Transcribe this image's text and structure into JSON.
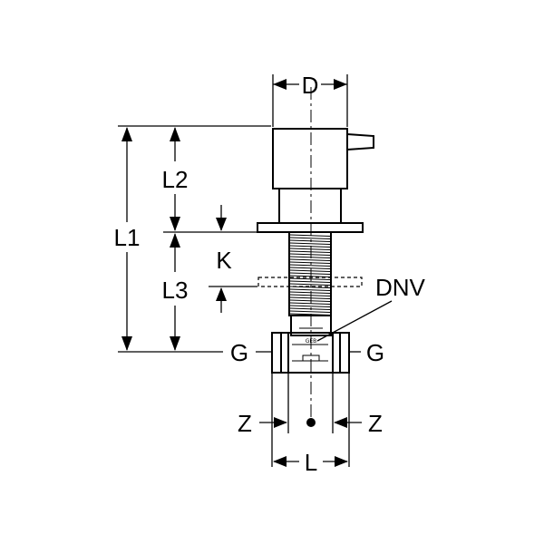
{
  "labels": {
    "d": "D",
    "l1": "L1",
    "l2": "L2",
    "l3": "L3",
    "k": "K",
    "dnv": "DNV",
    "g_left": "G",
    "g_right": "G",
    "z_left": "Z",
    "z_right": "Z",
    "l": "L"
  },
  "colors": {
    "line": "#000000",
    "background": "#ffffff"
  }
}
